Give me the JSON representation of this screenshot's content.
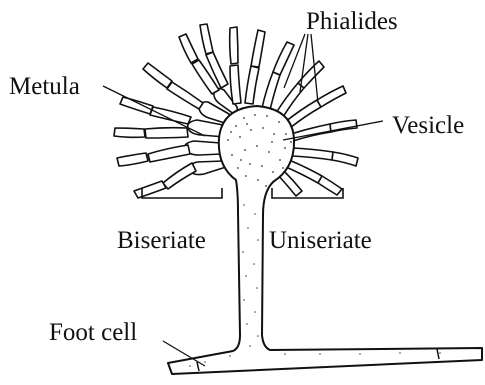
{
  "labels": {
    "phialides": "Phialides",
    "metula": "Metula",
    "vesicle": "Vesicle",
    "biseriate": "Biseriate",
    "uniseriate": "Uniseriate",
    "foot_cell": "Foot cell"
  }
}
